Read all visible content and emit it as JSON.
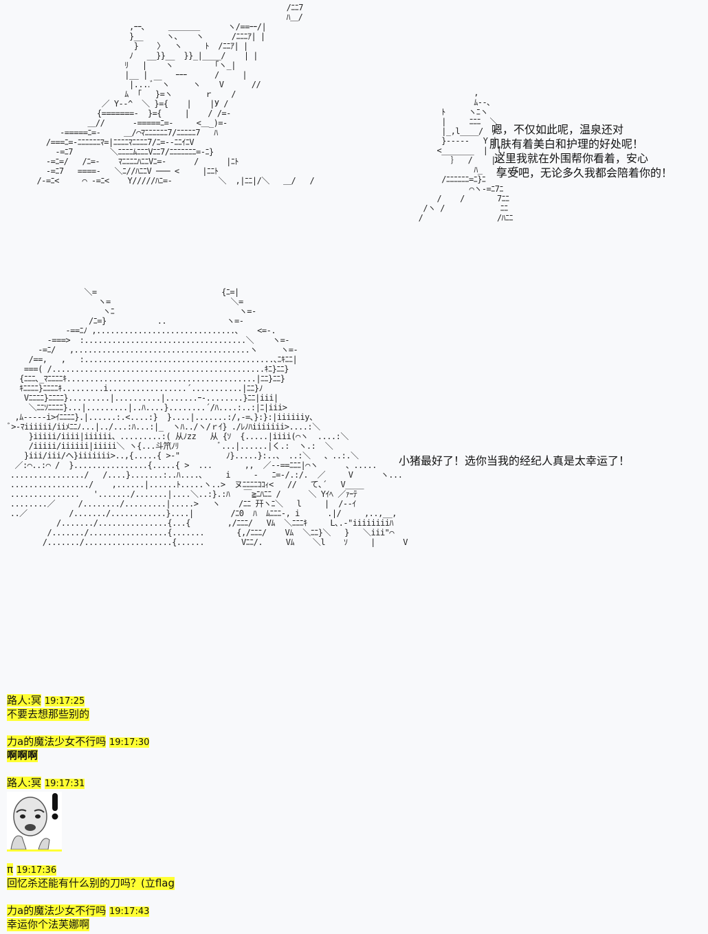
{
  "speech_top_lines": [
    "嗯，不仅如此呢，温泉还对",
    "肌肤有着美白和护理的好处呢！",
    "这里我就在外围帮你看着，安心",
    "享受吧，无论多久我都会陪着你的！"
  ],
  "speech_middle": "小猪最好了！选你当我的经纪人真是太幸运了！",
  "chat": [
    {
      "name": "路人:冥",
      "time": "19:17:25",
      "text": "不要去想那些别的"
    },
    {
      "name": "力a的魔法少女不行吗",
      "time": "19:17:30",
      "text": "啊啊啊"
    },
    {
      "name": "路人:冥",
      "time": "19:17:31",
      "text": ""
    },
    {
      "name": "π",
      "time": "19:17:36",
      "text": "回忆杀还能有什么别的刀吗？(立flag"
    },
    {
      "name": "力a的魔法少女不行吗",
      "time": "19:17:43",
      "text": "幸运你个法芙娜啊"
    }
  ],
  "sticker_icon": "meme-face-sticker"
}
